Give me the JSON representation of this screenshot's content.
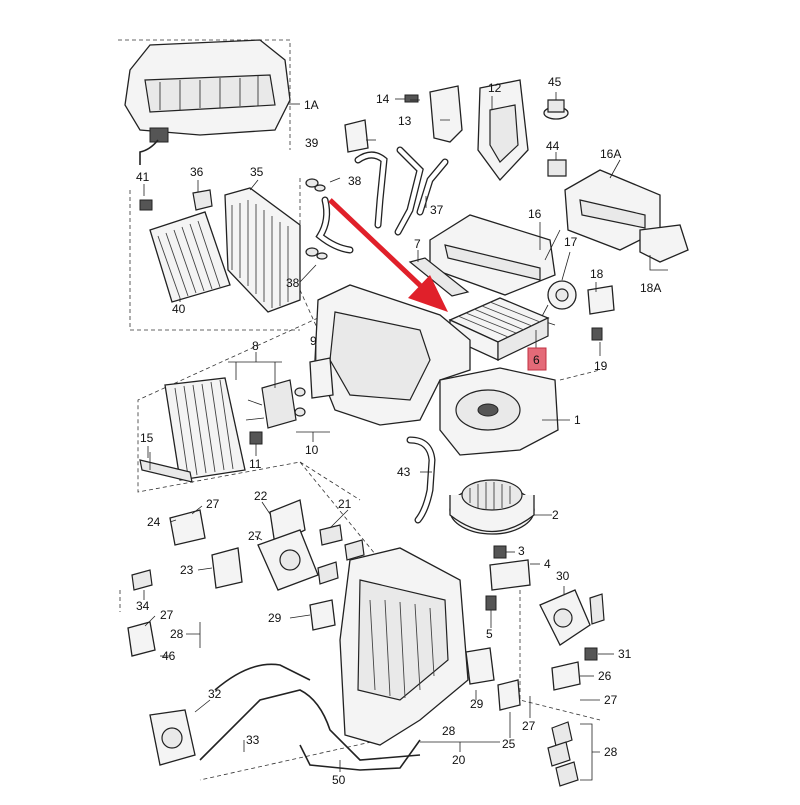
{
  "colors": {
    "arrow": "#e0202a",
    "highlight_box": "#e46a78",
    "line": "#222222",
    "background": "#ffffff"
  },
  "callouts": {
    "c1A": "1A",
    "c1": "1",
    "c2": "2",
    "c3": "3",
    "c4": "4",
    "c5": "5",
    "c6": "6",
    "c7": "7",
    "c8": "8",
    "c9": "9",
    "c10": "10",
    "c11": "11",
    "c12": "12",
    "c13": "13",
    "c14": "14",
    "c15": "15",
    "c16": "16",
    "c16A": "16A",
    "c17": "17",
    "c18": "18",
    "c18A": "18A",
    "c19": "19",
    "c20": "20",
    "c21": "21",
    "c22": "22",
    "c23": "23",
    "c24": "24",
    "c25": "25",
    "c26": "26",
    "c27a": "27",
    "c27b": "27",
    "c27c": "27",
    "c27d": "27",
    "c27e": "27",
    "c28a": "28",
    "c28b": "28",
    "c28c": "28",
    "c29a": "29",
    "c29b": "29",
    "c30": "30",
    "c31": "31",
    "c32": "32",
    "c33": "33",
    "c34": "34",
    "c35": "35",
    "c36": "36",
    "c37": "37",
    "c38a": "38",
    "c38b": "38",
    "c39": "39",
    "c40": "40",
    "c41": "41",
    "c43": "43",
    "c44": "44",
    "c45": "45",
    "c46": "46",
    "c50": "50"
  }
}
